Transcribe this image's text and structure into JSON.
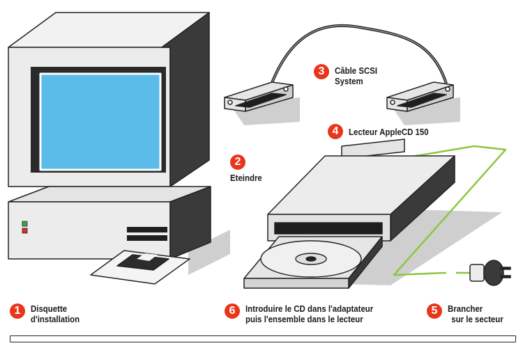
{
  "steps": [
    {
      "number": "1",
      "line1": "Disquette",
      "line2": "d'installation"
    },
    {
      "number": "2",
      "line1": "Eteindre",
      "line2": ""
    },
    {
      "number": "3",
      "line1": "Câble SCSI",
      "line2": "System"
    },
    {
      "number": "4",
      "line1": "Lecteur AppleCD 150",
      "line2": ""
    },
    {
      "number": "5",
      "line1": "Brancher",
      "line2": "sur le secteur"
    },
    {
      "number": "6",
      "line1": "Introduire le CD dans l'adaptateur",
      "line2": "puis l'ensemble dans le lecteur"
    }
  ],
  "colors": {
    "badge": "#e8361c",
    "screen": "#5bbbe9",
    "cable_green": "#8dc63f",
    "computer_body": "#ececec",
    "computer_side": "#3c3c3c",
    "shadow_grey": "#c9c9c9"
  },
  "icons": [
    "computer-icon",
    "floppy-disk-icon",
    "cd-drive-icon",
    "cd-disc-icon",
    "scsi-connector-icon",
    "power-plug-icon"
  ]
}
